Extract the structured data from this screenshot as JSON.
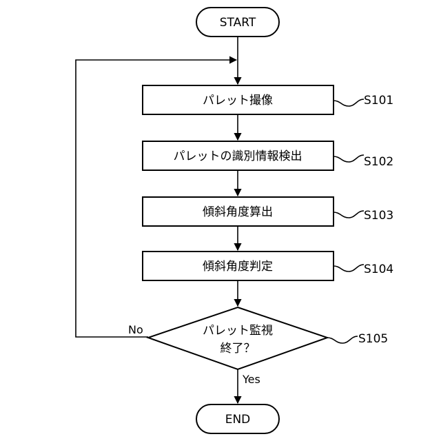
{
  "terminals": {
    "start": "START",
    "end": "END"
  },
  "steps": [
    {
      "id": "S101",
      "label": "パレット撮像"
    },
    {
      "id": "S102",
      "label": "パレットの識別情報検出"
    },
    {
      "id": "S103",
      "label": "傾斜角度算出"
    },
    {
      "id": "S104",
      "label": "傾斜角度判定"
    }
  ],
  "decision": {
    "id": "S105",
    "line1": "パレット監視",
    "line2": "終了？",
    "no_label": "No",
    "yes_label": "Yes"
  }
}
